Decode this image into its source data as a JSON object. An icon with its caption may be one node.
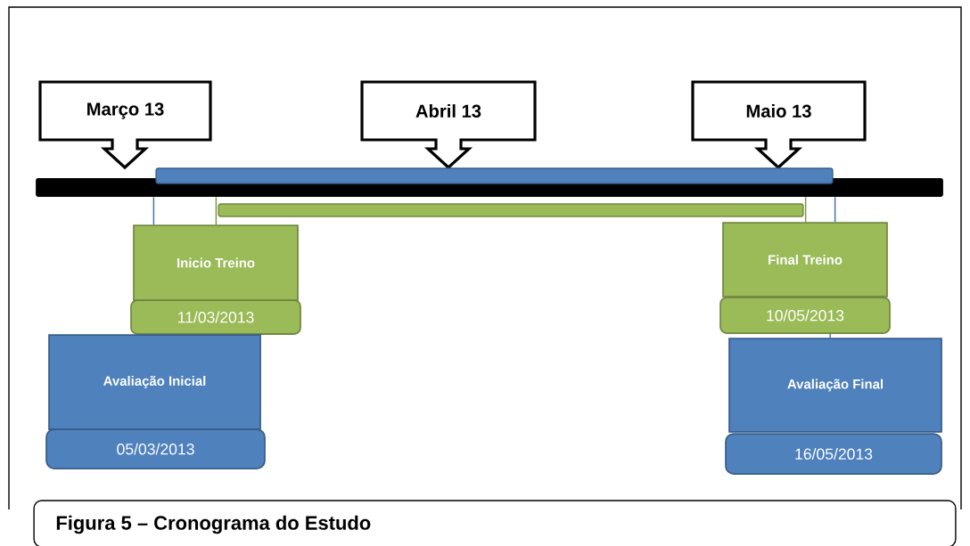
{
  "diagram": {
    "caption": "Figura 5 – Cronograma do Estudo",
    "nodes": [
      {
        "text": [
          "Março 13"
        ]
      },
      {
        "text": [
          "Abril 13"
        ]
      },
      {
        "text": [
          "Maio 13"
        ]
      },
      {
        "text": [],
        "shape": "bar"
      },
      {
        "text": [],
        "shape": "bar"
      },
      {
        "text": [],
        "shape": "bar"
      },
      {
        "text": [
          "Inicio Treino"
        ]
      },
      {
        "text": [
          "11/03/2013"
        ]
      },
      {
        "text": [
          "Avaliação Inicial"
        ]
      },
      {
        "text": [
          "05/03/2013"
        ]
      },
      {
        "text": [
          "Final Treino"
        ]
      },
      {
        "text": [
          "10/05/2013"
        ]
      },
      {
        "text": [
          "Avaliação Final"
        ]
      },
      {
        "text": [
          "16/05/2013"
        ]
      }
    ],
    "edges": [
      {
        "from": 3,
        "to": 6,
        "arrow": "none",
        "color": "#3f6aa0"
      },
      {
        "from": 3,
        "to": 6,
        "arrow": "none",
        "color": "#77933c"
      },
      {
        "from": 3,
        "to": 10,
        "arrow": "none",
        "color": "#77933c"
      },
      {
        "from": 3,
        "to": 10,
        "arrow": "none",
        "color": "#3f6aa0"
      },
      {
        "from": 11,
        "to": 12,
        "arrow": "none",
        "color": "#3f6aa0"
      }
    ]
  }
}
